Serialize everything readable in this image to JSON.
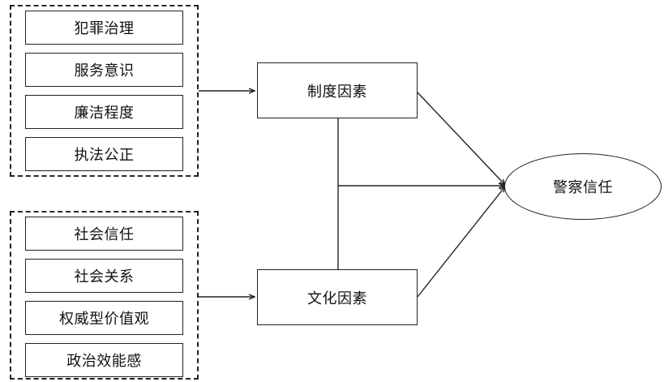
{
  "group_institutional": {
    "items": [
      "犯罪治理",
      "服务意识",
      "廉洁程度",
      "执法公正"
    ]
  },
  "group_cultural": {
    "items": [
      "社会信任",
      "社会关系",
      "权威型价值观",
      "政治效能感"
    ]
  },
  "nodes": {
    "institutional": "制度因素",
    "cultural": "文化因素",
    "trust": "警察信任"
  }
}
